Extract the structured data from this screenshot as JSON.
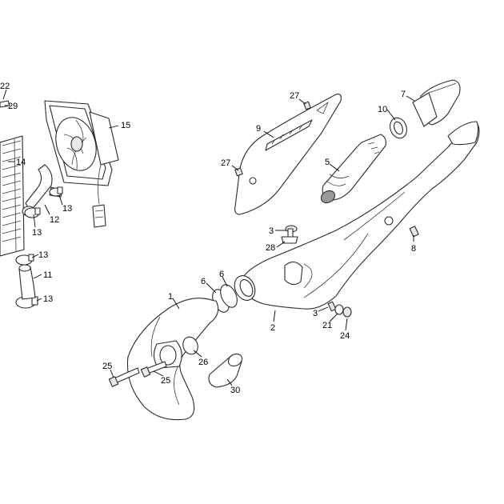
{
  "callouts": {
    "c22": "22",
    "c29": "29",
    "c14": "14",
    "c15": "15",
    "c13a": "13",
    "c13b": "13",
    "c12": "12",
    "c13c": "13",
    "c11": "11",
    "c13d": "13",
    "c27a": "27",
    "c7": "7",
    "c10": "10",
    "c9": "9",
    "c27b": "27",
    "c5": "5",
    "c3a": "3",
    "c28": "28",
    "c8": "8",
    "c6a": "6",
    "c6b": "6",
    "c1": "1",
    "c2": "2",
    "c3b": "3",
    "c21": "21",
    "c24": "24",
    "c25a": "25",
    "c25b": "25",
    "c26": "26",
    "c30": "30"
  }
}
